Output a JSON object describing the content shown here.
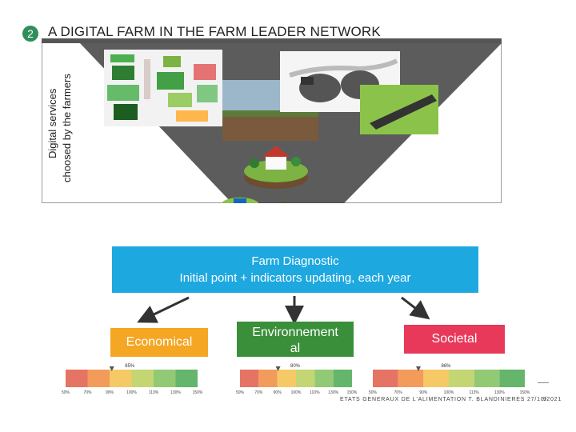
{
  "section": {
    "number": "2",
    "title": "A DIGITAL FARM IN THE FARM LEADER NETWORK"
  },
  "side_label": {
    "line1": "Digital services",
    "line2": "choosed by the farmers"
  },
  "banner": {
    "line1": "Farm Diagnostic",
    "line2": "Initial point + indicators updating, each year"
  },
  "categories": {
    "economical": "Economical",
    "environmental_line1": "Environnement",
    "environmental_line2": "al",
    "societal": "Societal"
  },
  "gauges": [
    {
      "value_label": "85%",
      "ticks": [
        "50%",
        "70%",
        "90%",
        "100%",
        "113%",
        "130%",
        "150%"
      ]
    },
    {
      "value_label": "80%",
      "ticks": [
        "50%",
        "70%",
        "90%",
        "100%",
        "110%",
        "130%",
        "150%"
      ]
    },
    {
      "value_label": "86%",
      "ticks": [
        "50%",
        "70%",
        "90%",
        "100%",
        "113%",
        "130%",
        "150%"
      ]
    }
  ],
  "footer": {
    "text": "ETATS GENERAUX DE L'ALIMENTATION  T. BLANDINIERES  27/10/2021",
    "page": "9"
  },
  "colors": {
    "banner": "#1ea8e0",
    "economical": "#f5a623",
    "environmental": "#3a8f3a",
    "societal": "#e8395a",
    "badge": "#2f8f5b"
  }
}
